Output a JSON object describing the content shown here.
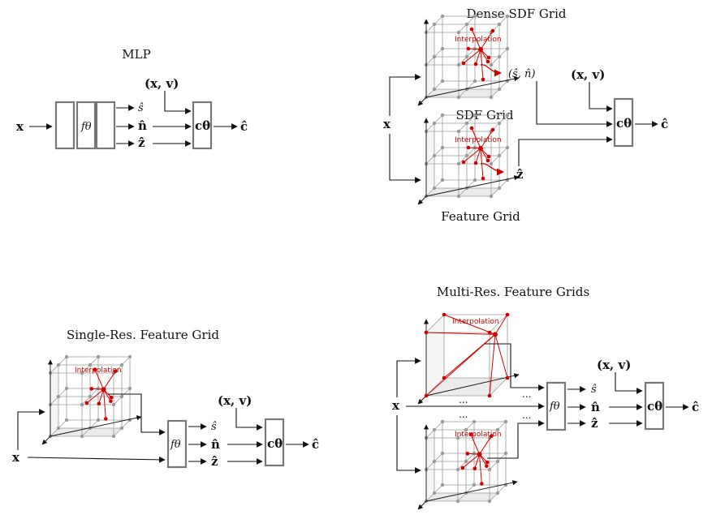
{
  "titles": {
    "mlp": "MLP",
    "dense_sdf": "Dense SDF Grid",
    "sdf_grid": "SDF Grid",
    "feature_grid": "Feature Grid",
    "single_res": "Single-Res. Feature Grid",
    "multi_res": "Multi-Res. Feature Grids"
  },
  "labels": {
    "input_x": "x",
    "xv": "(x, v)",
    "f_theta": "fθ",
    "c_theta": "cθ",
    "s_hat": "ŝ",
    "n_hat": "n̂",
    "z_hat": "ẑ",
    "c_hat": "ĉ",
    "s_n_pair": "(ŝ, n̂)",
    "interpolation": "Interpolation",
    "ellipsis": "..."
  },
  "colors": {
    "accent_red": "#d10000",
    "box_gray": "#777777",
    "grid_gray": "#9a9a9a",
    "ink": "#111111"
  }
}
